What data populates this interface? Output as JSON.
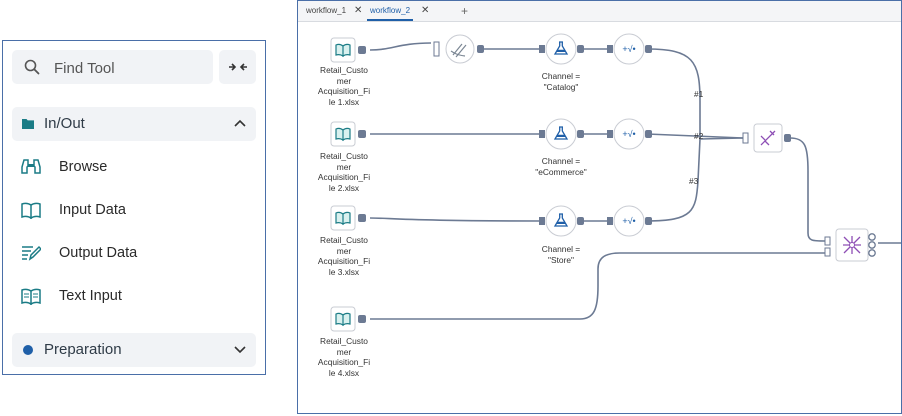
{
  "palette": {
    "search_placeholder": "Find Tool",
    "categories": [
      {
        "label": "In/Out",
        "tools": [
          "Browse",
          "Input Data",
          "Output Data",
          "Text Input"
        ]
      },
      {
        "label": "Preparation"
      }
    ],
    "accent_color": "#1b7c86",
    "preparation_color": "#1f5fa8"
  },
  "workflow": {
    "tabs": [
      {
        "label": "workflow_1",
        "close": "✕"
      },
      {
        "label": "workflow_2",
        "close": "✕"
      }
    ],
    "add_tab": "+",
    "inputs": [
      {
        "label": [
          "Retail_Custo",
          "mer",
          "Acquisition_Fi",
          "le 1.xlsx"
        ]
      },
      {
        "label": [
          "Retail_Custo",
          "mer",
          "Acquisition_Fi",
          "le 2.xlsx"
        ]
      },
      {
        "label": [
          "Retail_Custo",
          "mer",
          "Acquisition_Fi",
          "le 3.xlsx"
        ]
      },
      {
        "label": [
          "Retail_Custo",
          "mer",
          "Acquisition_Fi",
          "le 4.xlsx"
        ]
      }
    ],
    "filters": [
      {
        "label": [
          "Channel =",
          "\"Catalog\""
        ]
      },
      {
        "label": [
          "Channel =",
          "\"eCommerce\""
        ]
      },
      {
        "label": [
          "Channel =",
          "\"Store\""
        ]
      }
    ],
    "union_connections": [
      "#1",
      "#2",
      "#3"
    ],
    "formula_glyph": "+√•"
  }
}
